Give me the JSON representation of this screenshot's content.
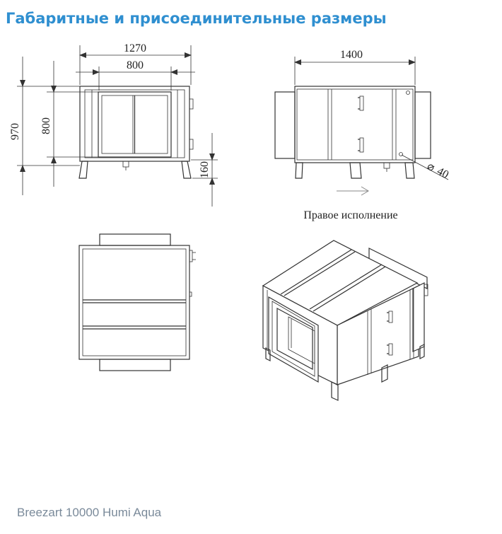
{
  "title": "Габаритные и присоединительные размеры",
  "footer": "Breezart 10000 Humi Aqua",
  "dimensions": {
    "width_total": "1270",
    "width_inner": "800",
    "height_total": "970",
    "height_inner": "800",
    "leg_height": "160",
    "length": "1400",
    "diameter": "40",
    "diameter_symbol": "⌀"
  },
  "side_caption": "Правое исполнение"
}
